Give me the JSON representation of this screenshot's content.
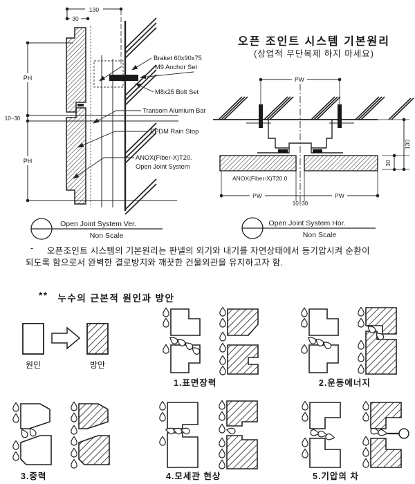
{
  "colors": {
    "ink": "#222222",
    "paper": "#ffffff"
  },
  "vertical_section": {
    "dim_130": "130",
    "dim_30": "30",
    "dim_ph": "PH",
    "dim_gap": "10~30",
    "callouts": {
      "bracket": "Braket 60x90x75",
      "anchor": "M9 Anchor Set",
      "bolt": "M8x25 Bolt Set",
      "transom": "Transom Alumium Bar",
      "epdm": "EPDM Rain Stop",
      "anox_line1": "ANOX(Fiber-X)T20.",
      "anox_line2": "Open Joint System"
    },
    "caption": {
      "title": "Open Joint System Ver.",
      "scale": "Non Scale"
    }
  },
  "horizontal_section": {
    "title": "오픈 조인트 시스템 기본원리",
    "subtitle": "(상업적 무단복제 하지 마세요)",
    "dim_pw": "PW",
    "dim_gap": "10~30",
    "dim_130": "130",
    "dim_30": "30",
    "panel_label": "ANOX(Fiber-X)T20.0",
    "caption": {
      "title": "Open Joint System Hor.",
      "scale": "Non Scale"
    }
  },
  "principle_note": {
    "bullet": "-",
    "line1": "오픈조인트 시스템의 기본원리는 판넬의 외기와 내기를 자연상태에서 등기압시켜 순환이",
    "line2": "되도록 함으로서 완벽한 결로방지와 깨끗한 건물외관을 유지하고자 함."
  },
  "leak_section": {
    "marker": "**",
    "heading": "누수의 근본적 원인과 방안",
    "legend": {
      "cause": "원인",
      "solution": "방안"
    },
    "items": [
      {
        "label": "1.표면장력"
      },
      {
        "label": "2.운동에너지"
      },
      {
        "label": "3.중력"
      },
      {
        "label": "4.모세관 현상"
      },
      {
        "label": "5.기압의 차"
      }
    ]
  }
}
